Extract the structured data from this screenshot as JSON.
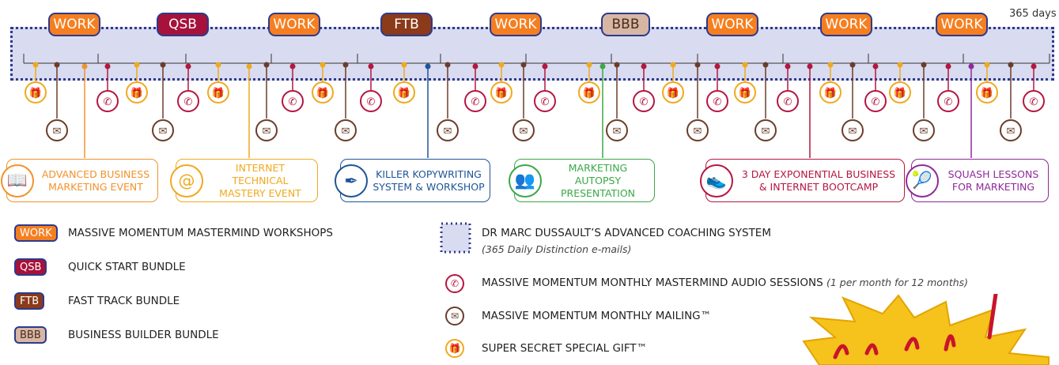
{
  "timeline": {
    "days_label": "365 days",
    "badges": [
      {
        "label": "WORK",
        "color": "#f57f20",
        "text": "#ffffff"
      },
      {
        "label": "QSB",
        "color": "#a6123b",
        "text": "#ffffff"
      },
      {
        "label": "WORK",
        "color": "#f57f20",
        "text": "#ffffff"
      },
      {
        "label": "FTB",
        "color": "#8b3a1a",
        "text": "#ffffff"
      },
      {
        "label": "WORK",
        "color": "#f57f20",
        "text": "#ffffff"
      },
      {
        "label": "BBB",
        "color": "#d7b7a4",
        "text": "#4a2a1e"
      },
      {
        "label": "WORK",
        "color": "#f57f20",
        "text": "#ffffff"
      },
      {
        "label": "WORK",
        "color": "#f57f20",
        "text": "#ffffff"
      },
      {
        "label": "WORK",
        "color": "#f57f20",
        "text": "#ffffff"
      }
    ]
  },
  "events": [
    {
      "label": "ADVANCED BUSINESS\nMARKETING EVENT",
      "color": "#f2922b",
      "icon": "book-icon",
      "glyph": "📖"
    },
    {
      "label": "INTERNET TECHNICAL\nMASTERY EVENT",
      "color": "#f0a91e",
      "icon": "at-icon",
      "glyph": "@"
    },
    {
      "label": "KILLER KOPYWRITING\nSYSTEM & WORKSHOP",
      "color": "#1f5597",
      "icon": "pen-icon",
      "glyph": "✒"
    },
    {
      "label": "MARKETING AUTOPSY\nPRESENTATION",
      "color": "#3aa848",
      "icon": "people-icon",
      "glyph": "👥"
    },
    {
      "label": "3 DAY EXPONENTIAL BUSINESS\n& INTERNET BOOTCAMP",
      "color": "#b5173f",
      "icon": "shoe-icon",
      "glyph": "👟"
    },
    {
      "label": "SQUASH LESSONS\nFOR MARKETING",
      "color": "#8e2a9a",
      "icon": "racket-icon",
      "glyph": "🎾"
    }
  ],
  "legend_left": [
    {
      "badge": "WORK",
      "color": "#f57f20",
      "text": "#ffffff",
      "label": "MASSIVE MOMENTUM MASTERMIND WORKSHOPS"
    },
    {
      "badge": "QSB",
      "color": "#a6123b",
      "text": "#ffffff",
      "label": "QUICK START BUNDLE"
    },
    {
      "badge": "FTB",
      "color": "#8b3a1a",
      "text": "#ffffff",
      "label": "FAST TRACK BUNDLE"
    },
    {
      "badge": "BBB",
      "color": "#d7b7a4",
      "text": "#4a2a1e",
      "label": "BUSINESS BUILDER BUNDLE"
    }
  ],
  "legend_right": {
    "coaching_label": "DR MARC DUSSAULT’S ADVANCED COACHING SYSTEM",
    "coaching_note": "(365 Daily Distinction e-mails)",
    "audio_label": "MASSIVE MOMENTUM MONTHLY MASTERMIND AUDIO SESSIONS",
    "audio_note": "(1 per month for 12 months)",
    "mailing_label": "MASSIVE MOMENTUM MONTHLY MAILING™",
    "gift_label": "SUPER SECRET SPECIAL GIFT™"
  },
  "colors": {
    "band_border": "#2d3a8c",
    "band_fill": "#d9dcf0",
    "phone": "#b5173f",
    "mail": "#6b3d2a",
    "gift": "#f0a91e"
  }
}
